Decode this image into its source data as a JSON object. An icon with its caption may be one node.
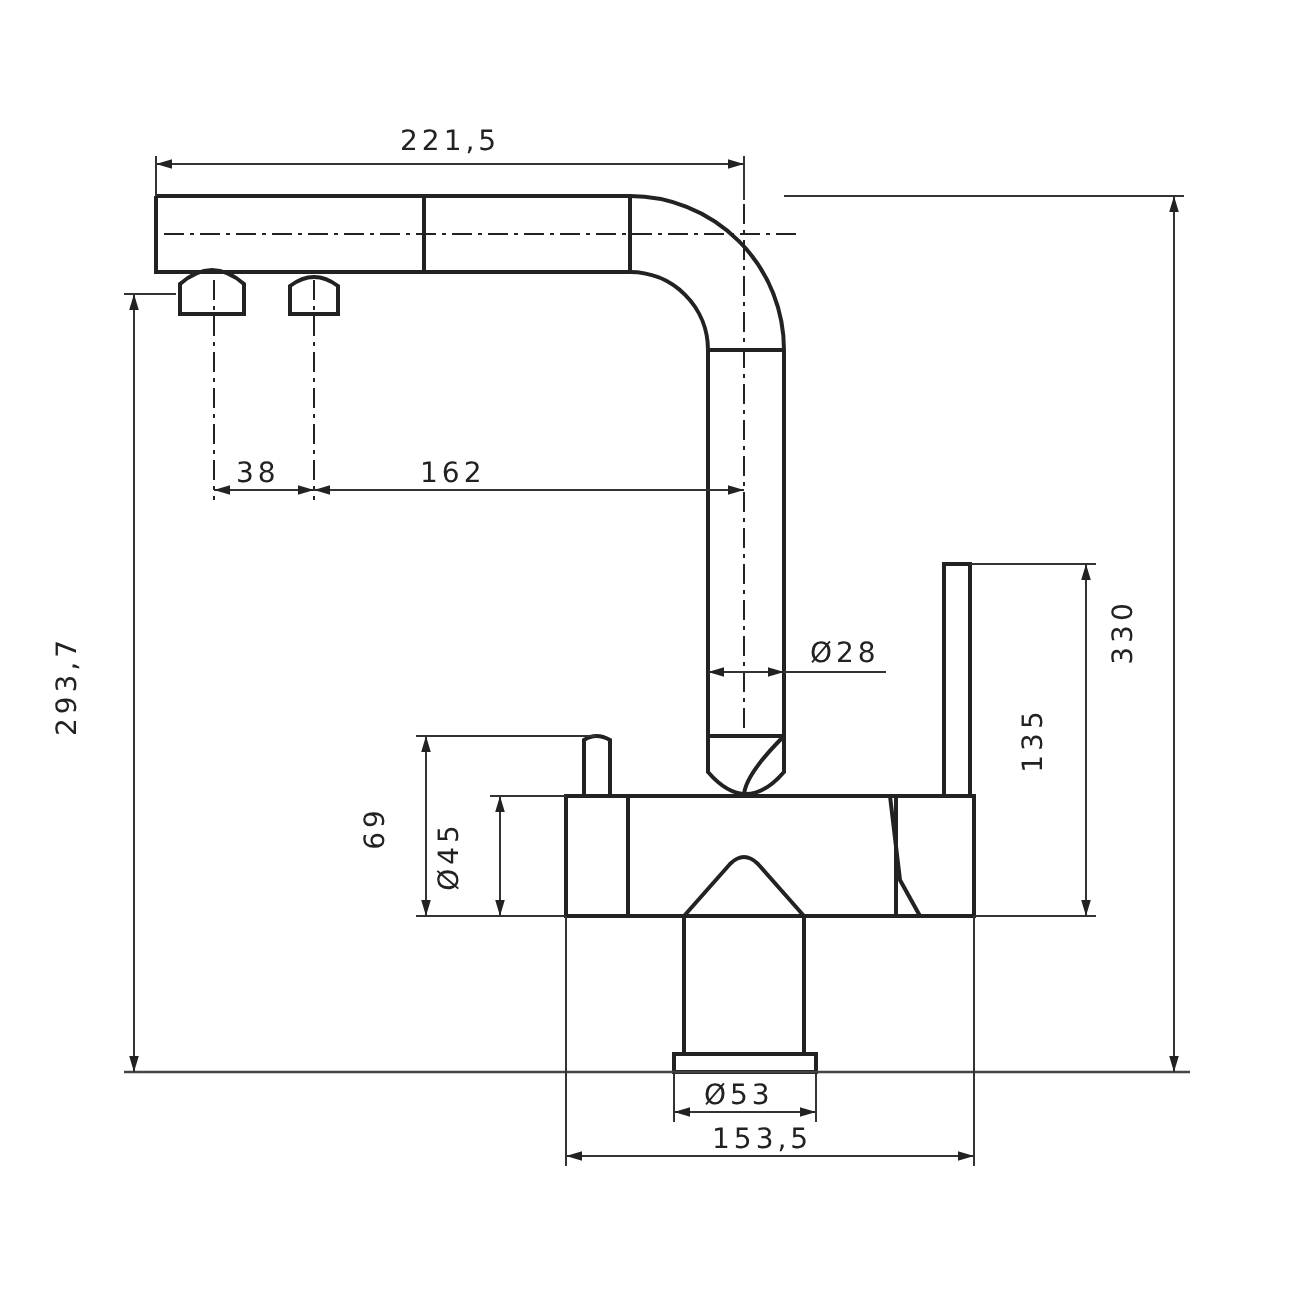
{
  "diagram": {
    "labels": [
      "221,5",
      "38",
      "162",
      "293,7",
      "330",
      "Ø28",
      "135",
      "69",
      "Ø45",
      "Ø53",
      "153,5"
    ]
  }
}
